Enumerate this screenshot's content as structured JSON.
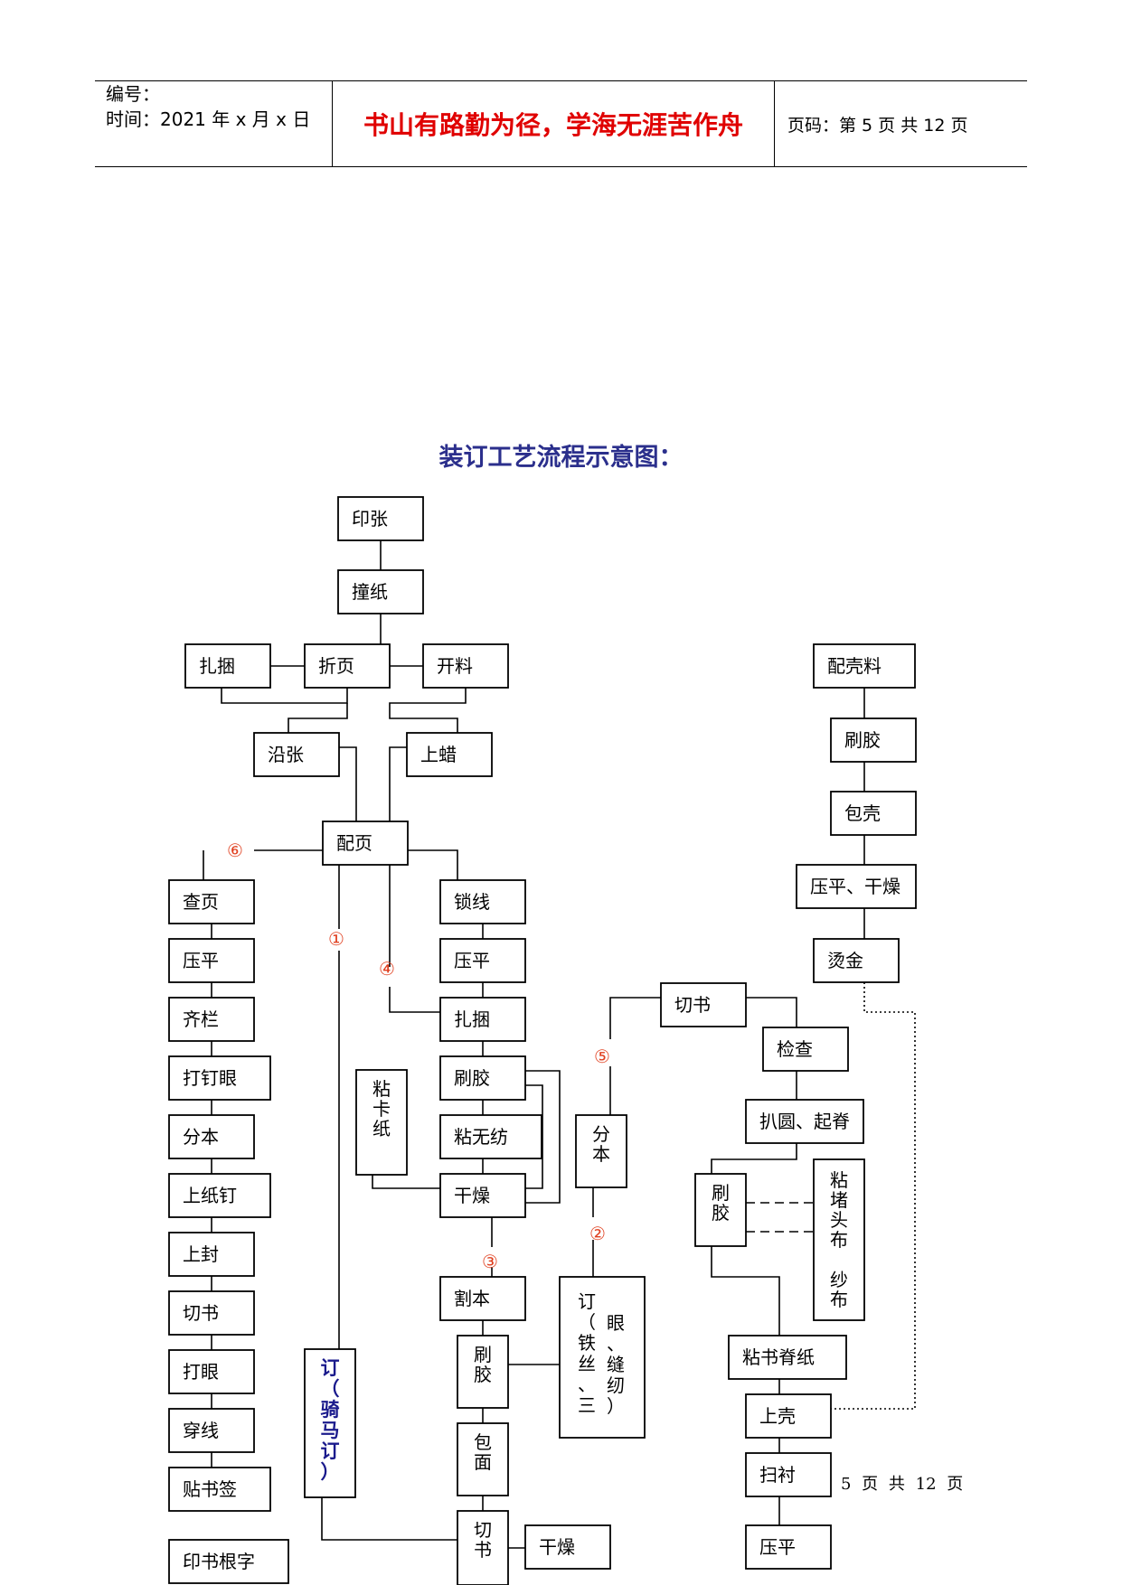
{
  "header": {
    "number_label": "编号：",
    "time_label": "时间：2021 年 x 月 x 日",
    "motto": "书山有路勤为径，学海无涯苦作舟",
    "page_label": "页码：第 5 页  共 12 页"
  },
  "diagram": {
    "title": "装订工艺流程示意图：",
    "nodes": [
      {
        "id": "yinzhang",
        "label": "印张"
      },
      {
        "id": "zhuangzhi",
        "label": "撞纸"
      },
      {
        "id": "zhakun1",
        "label": "扎捆"
      },
      {
        "id": "zheye",
        "label": "折页"
      },
      {
        "id": "kailiao",
        "label": "开料"
      },
      {
        "id": "yanzhang",
        "label": "沿张"
      },
      {
        "id": "shangla",
        "label": "上蜡"
      },
      {
        "id": "peiye",
        "label": "配页"
      },
      {
        "id": "chaye",
        "label": "查页"
      },
      {
        "id": "yaping1",
        "label": "压平"
      },
      {
        "id": "qilan",
        "label": "齐栏"
      },
      {
        "id": "dadingyan",
        "label": "打钉眼"
      },
      {
        "id": "fenben1",
        "label": "分本"
      },
      {
        "id": "shangzhiding",
        "label": "上纸钉"
      },
      {
        "id": "shangfeng",
        "label": "上封"
      },
      {
        "id": "qieshu1",
        "label": "切书"
      },
      {
        "id": "dayan",
        "label": "打眼"
      },
      {
        "id": "chuanxian",
        "label": "穿线"
      },
      {
        "id": "tieshuqian",
        "label": "贴书签"
      },
      {
        "id": "yinshugenzi",
        "label": "印书根字"
      },
      {
        "id": "qimading",
        "label": "订（骑马订）"
      },
      {
        "id": "suoxian",
        "label": "锁线"
      },
      {
        "id": "yaping2",
        "label": "压平"
      },
      {
        "id": "zhakun2",
        "label": "扎捆"
      },
      {
        "id": "shuajiao1",
        "label": "刷胶"
      },
      {
        "id": "zhankazhi",
        "label": "粘卡纸"
      },
      {
        "id": "zhanwufang",
        "label": "粘无纺"
      },
      {
        "id": "ganzao1",
        "label": "干燥"
      },
      {
        "id": "geben",
        "label": "割本"
      },
      {
        "id": "shuajiao2",
        "label": "刷胶"
      },
      {
        "id": "baomian",
        "label": "包面"
      },
      {
        "id": "qieshu2",
        "label": "切书"
      },
      {
        "id": "ganzao2",
        "label": "干燥"
      },
      {
        "id": "dingyan",
        "label": "订眼（铁丝、缝纫、三）"
      },
      {
        "id": "qieshu3",
        "label": "切书"
      },
      {
        "id": "fenben2",
        "label": "分本"
      },
      {
        "id": "jiancha",
        "label": "检查"
      },
      {
        "id": "payuan",
        "label": "扒圆、起脊"
      },
      {
        "id": "shuajiao3",
        "label": "刷胶"
      },
      {
        "id": "zhandutoubu",
        "label": "粘堵头布 纱布"
      },
      {
        "id": "zhanshujizhi",
        "label": "粘书脊纸"
      },
      {
        "id": "shangke",
        "label": "上壳"
      },
      {
        "id": "saochen",
        "label": "扫衬"
      },
      {
        "id": "yaping3",
        "label": "压平"
      },
      {
        "id": "peikeliao",
        "label": "配壳料"
      },
      {
        "id": "shuajiao4",
        "label": "刷胶"
      },
      {
        "id": "baoke",
        "label": "包壳"
      },
      {
        "id": "yapingganzao",
        "label": "压平、干燥"
      },
      {
        "id": "tangjin",
        "label": "烫金"
      }
    ],
    "markers": [
      "⑥",
      "①",
      "④",
      "⑤",
      "②",
      "③"
    ]
  },
  "footer": "5 页 共 12 页",
  "colors": {
    "motto": "#e00000",
    "title": "#2b2f8c",
    "marker": "#e04020",
    "qimading": "#1a1a8c"
  }
}
